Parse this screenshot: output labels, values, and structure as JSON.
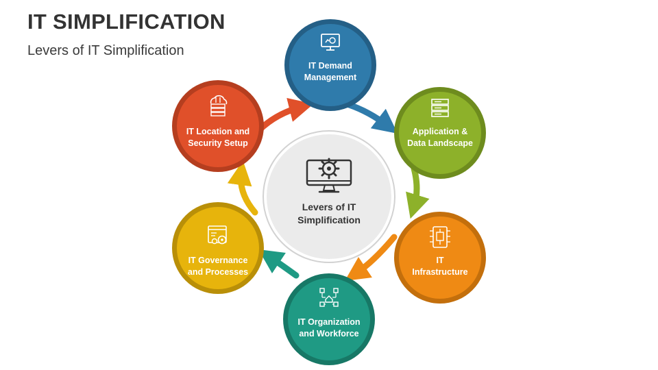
{
  "header": {
    "title": "IT SIMPLIFICATION",
    "subtitle": "Levers of IT Simplification"
  },
  "center": {
    "label": "Levers of IT\nSimplification",
    "icon": "monitor-gear-icon"
  },
  "levers": [
    {
      "label": "IT Demand\nManagement",
      "icon": "monitor-chart-icon",
      "color": "#2f7bab"
    },
    {
      "label": "Application &\nData Landscape",
      "icon": "server-rack-icon",
      "color": "#8db12a"
    },
    {
      "label": "IT\nInfrastructure",
      "icon": "circuit-chip-icon",
      "color": "#ef8a14"
    },
    {
      "label": "IT Organization\nand Workforce",
      "icon": "org-chart-icon",
      "color": "#1f9a84"
    },
    {
      "label": "IT Governance\nand Processes",
      "icon": "browser-gear-icon",
      "color": "#e7b40c"
    },
    {
      "label": "IT Location and\nSecurity Setup",
      "icon": "cloud-server-icon",
      "color": "#e0502a"
    }
  ],
  "colors": {
    "center_fill": "#ececec",
    "center_ring": "#cfcfcf",
    "title": "#333333"
  }
}
